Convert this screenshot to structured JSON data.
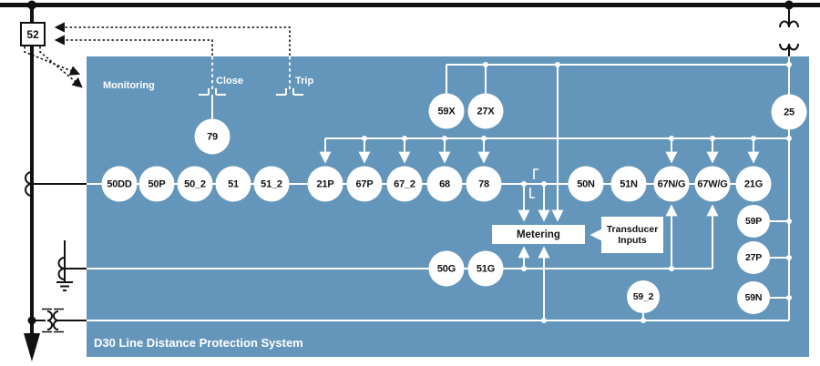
{
  "title": "D30 Line Distance Protection System",
  "breaker": {
    "label": "52"
  },
  "controls": {
    "monitoring": "Monitoring",
    "close": "Close",
    "trip": "Trip"
  },
  "boxes": {
    "metering": "Metering",
    "transducer_inputs": "Transducer Inputs"
  },
  "devices": {
    "recloser": "79",
    "aux_voltage": [
      "59X",
      "27X"
    ],
    "synchrocheck": "25",
    "main_row": [
      "50DD",
      "50P",
      "50_2",
      "51",
      "51_2",
      "21P",
      "67P",
      "67_2",
      "68",
      "78",
      "50N",
      "51N",
      "67N/G",
      "67W/G",
      "21G"
    ],
    "voltage_column": [
      "59P",
      "27P",
      "59N"
    ],
    "ground_row": [
      "50G",
      "51G"
    ],
    "aux_voltage_2": "59_2"
  },
  "colors": {
    "panel": "#6396ba",
    "diagram_lines": "#ffffff",
    "bus_lines": "#111111",
    "device_fill": "#ffffff"
  }
}
